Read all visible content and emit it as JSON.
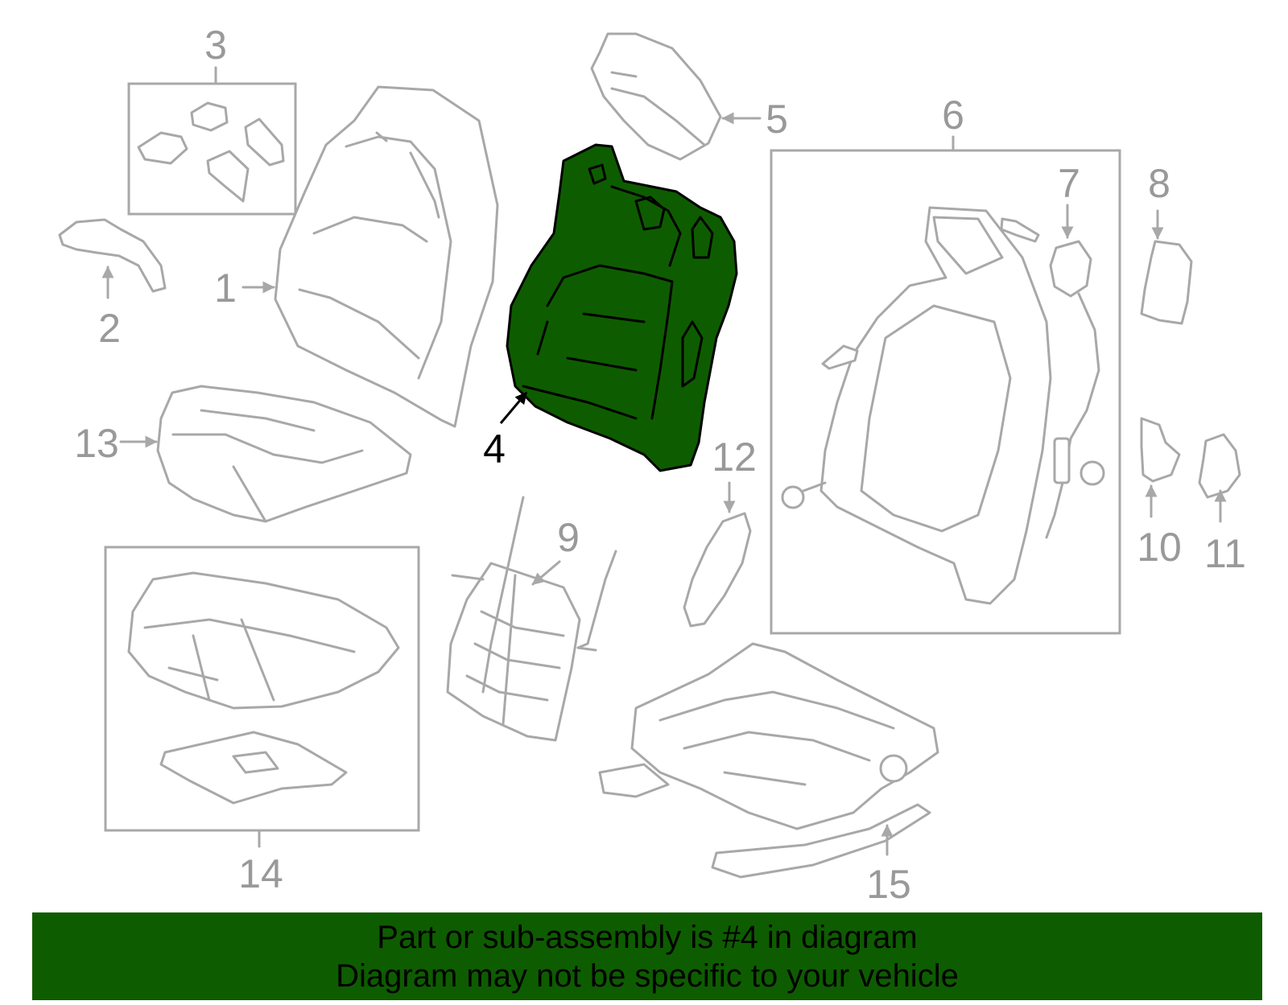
{
  "callouts": {
    "c1": "1",
    "c2": "2",
    "c3": "3",
    "c4": "4",
    "c5": "5",
    "c6": "6",
    "c7": "7",
    "c8": "8",
    "c9": "9",
    "c10": "10",
    "c11": "11",
    "c12": "12",
    "c13": "13",
    "c14": "14",
    "c15": "15"
  },
  "highlighted_part": "4",
  "colors": {
    "highlight_fill": "#0e5c00",
    "outline": "#a8a8a8",
    "banner_background": "#0e5c00"
  },
  "banner": {
    "line1": "Part or sub-assembly is #4 in diagram",
    "line2": "Diagram may not be specific to your vehicle"
  }
}
